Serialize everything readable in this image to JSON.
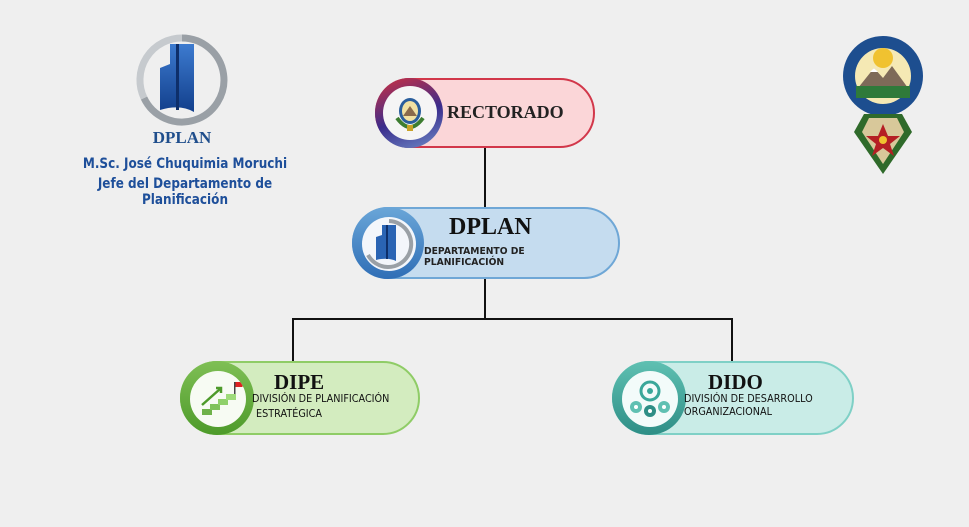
{
  "header": {
    "logo_label": "DPLAN",
    "person_name": "M.Sc. José Chuquimia Moruchi",
    "person_title": "Jefe del Departamento de Planificación"
  },
  "nodes": {
    "rectorado": {
      "title": "RECTORADO"
    },
    "dplan": {
      "title": "DPLAN",
      "subtitle": "DEPARTAMENTO DE PLANIFICACIÓN"
    },
    "dipe": {
      "title": "DIPE",
      "subtitle_line1": "DIVISIÓN DE PLANIFICACIÓN",
      "subtitle_line2": "ESTRATÉGICA"
    },
    "dido": {
      "title": "DIDO",
      "subtitle_line1": "DIVISIÓN DE DESARROLLO",
      "subtitle_line2": "ORGANIZACIONAL"
    }
  },
  "icons": {
    "top_left_logo": "dplan-building-logo-icon",
    "top_right_logo": "university-seal-icon",
    "rectorado_emblem": "bolivia-coat-of-arms-icon",
    "dplan_emblem": "dplan-building-logo-icon",
    "dipe_emblem": "growth-stairs-icon",
    "dido_emblem": "organization-gears-icon"
  },
  "colors": {
    "rectorado": "#d2374a",
    "dplan": "#6fa7d6",
    "dipe": "#8fcc66",
    "dido": "#7fd0c6",
    "brand_text": "#1e4f9a"
  }
}
